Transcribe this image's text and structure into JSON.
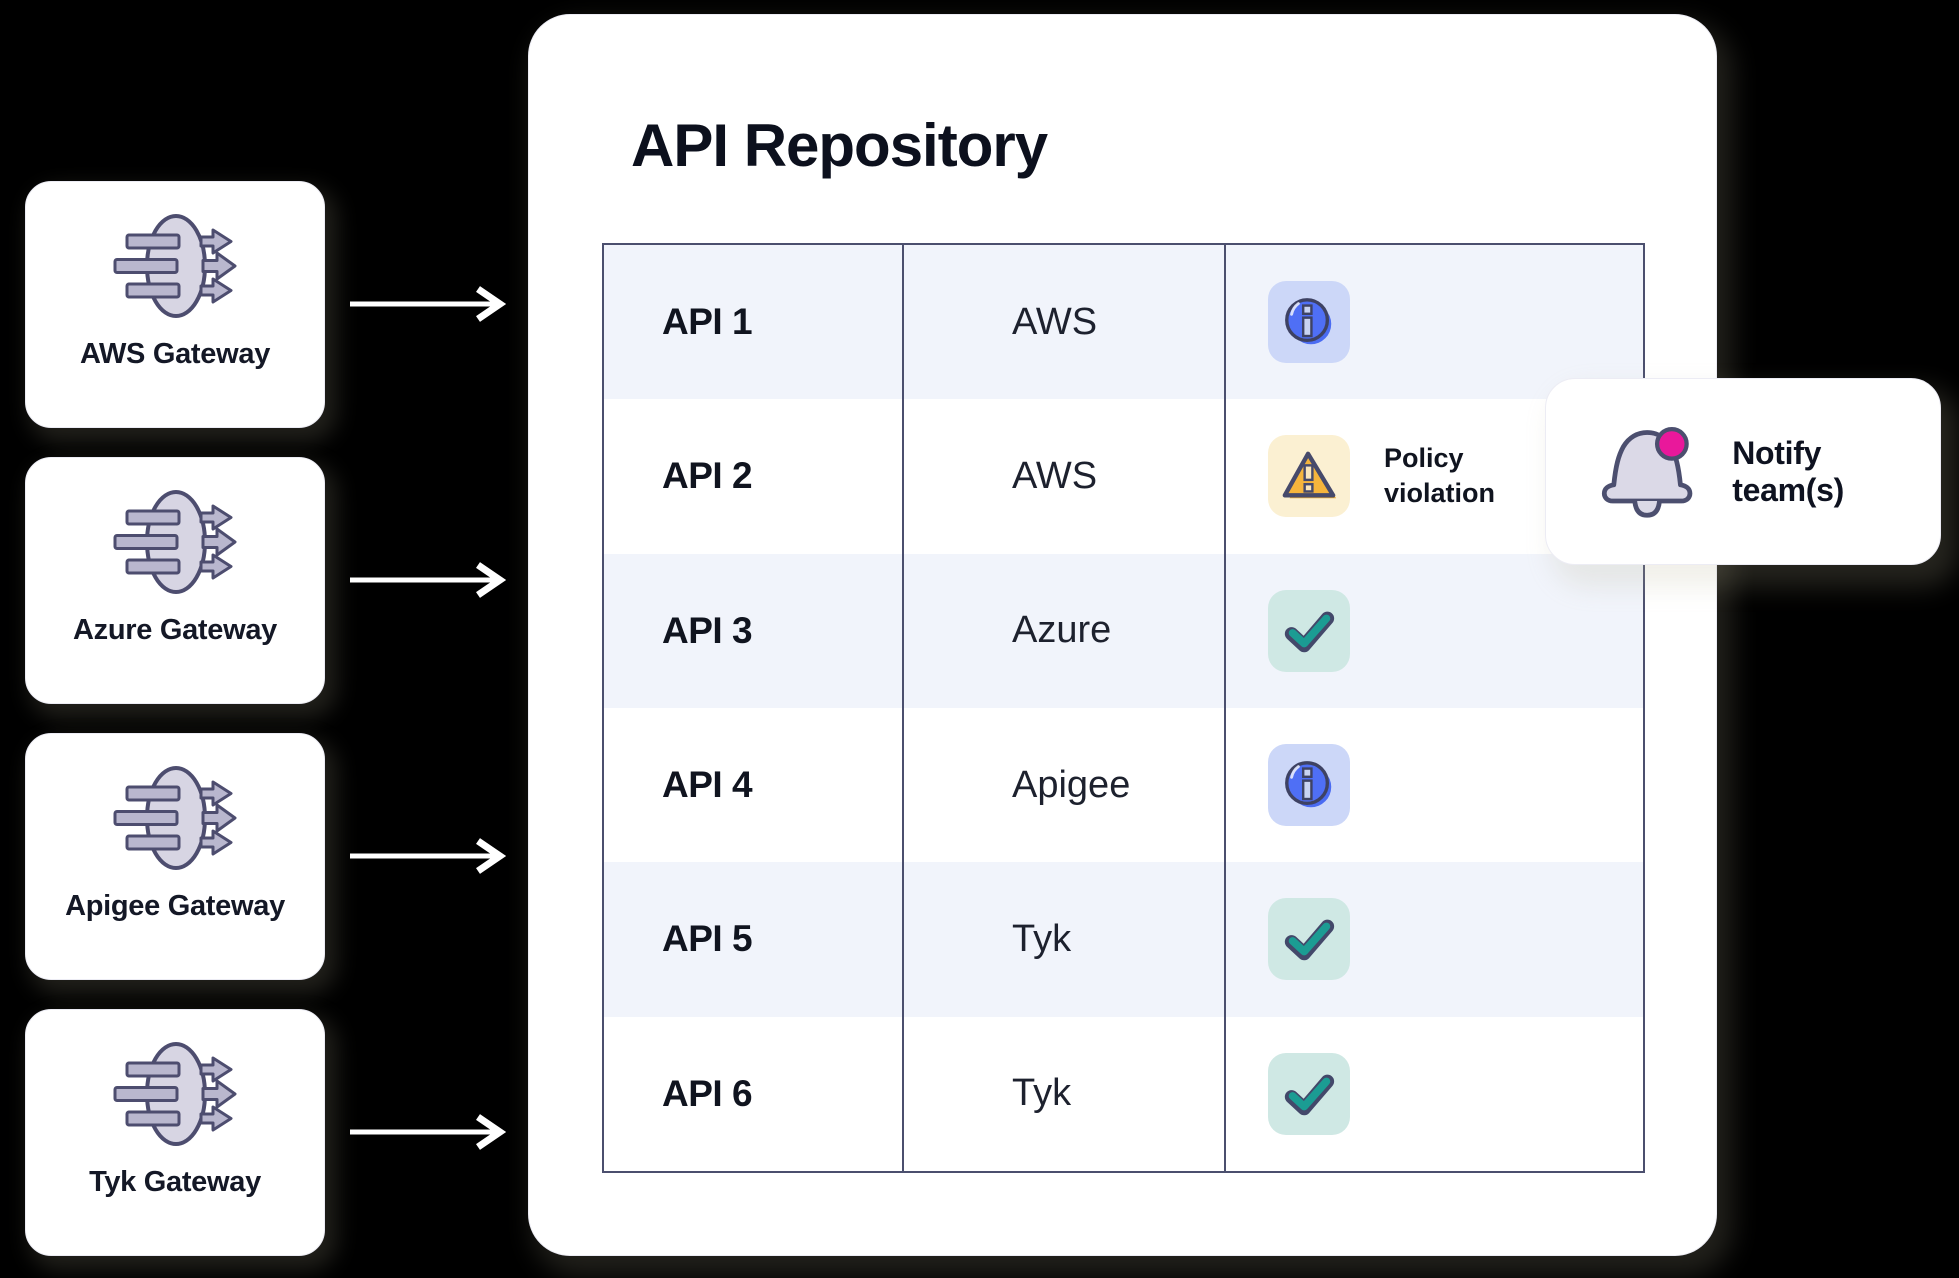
{
  "gateways": [
    {
      "label": "AWS Gateway"
    },
    {
      "label": "Azure Gateway"
    },
    {
      "label": "Apigee Gateway"
    },
    {
      "label": "Tyk Gateway"
    }
  ],
  "repository": {
    "title": "API Repository",
    "table": {
      "rows": [
        {
          "api": "API 1",
          "gateway": "AWS",
          "status": "info",
          "note": ""
        },
        {
          "api": "API 2",
          "gateway": "AWS",
          "status": "warning",
          "note": "Policy violation"
        },
        {
          "api": "API 3",
          "gateway": "Azure",
          "status": "ok",
          "note": ""
        },
        {
          "api": "API 4",
          "gateway": "Apigee",
          "status": "info",
          "note": ""
        },
        {
          "api": "API 5",
          "gateway": "Tyk",
          "status": "ok",
          "note": ""
        },
        {
          "api": "API 6",
          "gateway": "Tyk",
          "status": "ok",
          "note": ""
        }
      ]
    }
  },
  "notify": {
    "label": "Notify team(s)"
  },
  "icon_names": {
    "gateway": "gateway-flow-icon",
    "arrow": "flow-arrow",
    "info": "info-icon",
    "warning": "warning-icon",
    "ok": "check-icon",
    "bell": "bell-icon"
  },
  "colors": {
    "background": "#000000",
    "panel": "#ffffff",
    "table_border": "#4b4f6e",
    "row_alt": "#f1f4fb",
    "info_badge_bg": "#ccd7f8",
    "info_blue": "#4f6ff5",
    "warning_badge_bg": "#fbf0d2",
    "warning_amber": "#f6b53c",
    "ok_badge_bg": "#cfe8e4",
    "ok_teal": "#1b9c93",
    "notify_pink": "#e9189b",
    "icon_outline": "#464a6b",
    "gateway_icon_fill": "#d7d5e3",
    "arrow_white": "#ffffff"
  }
}
